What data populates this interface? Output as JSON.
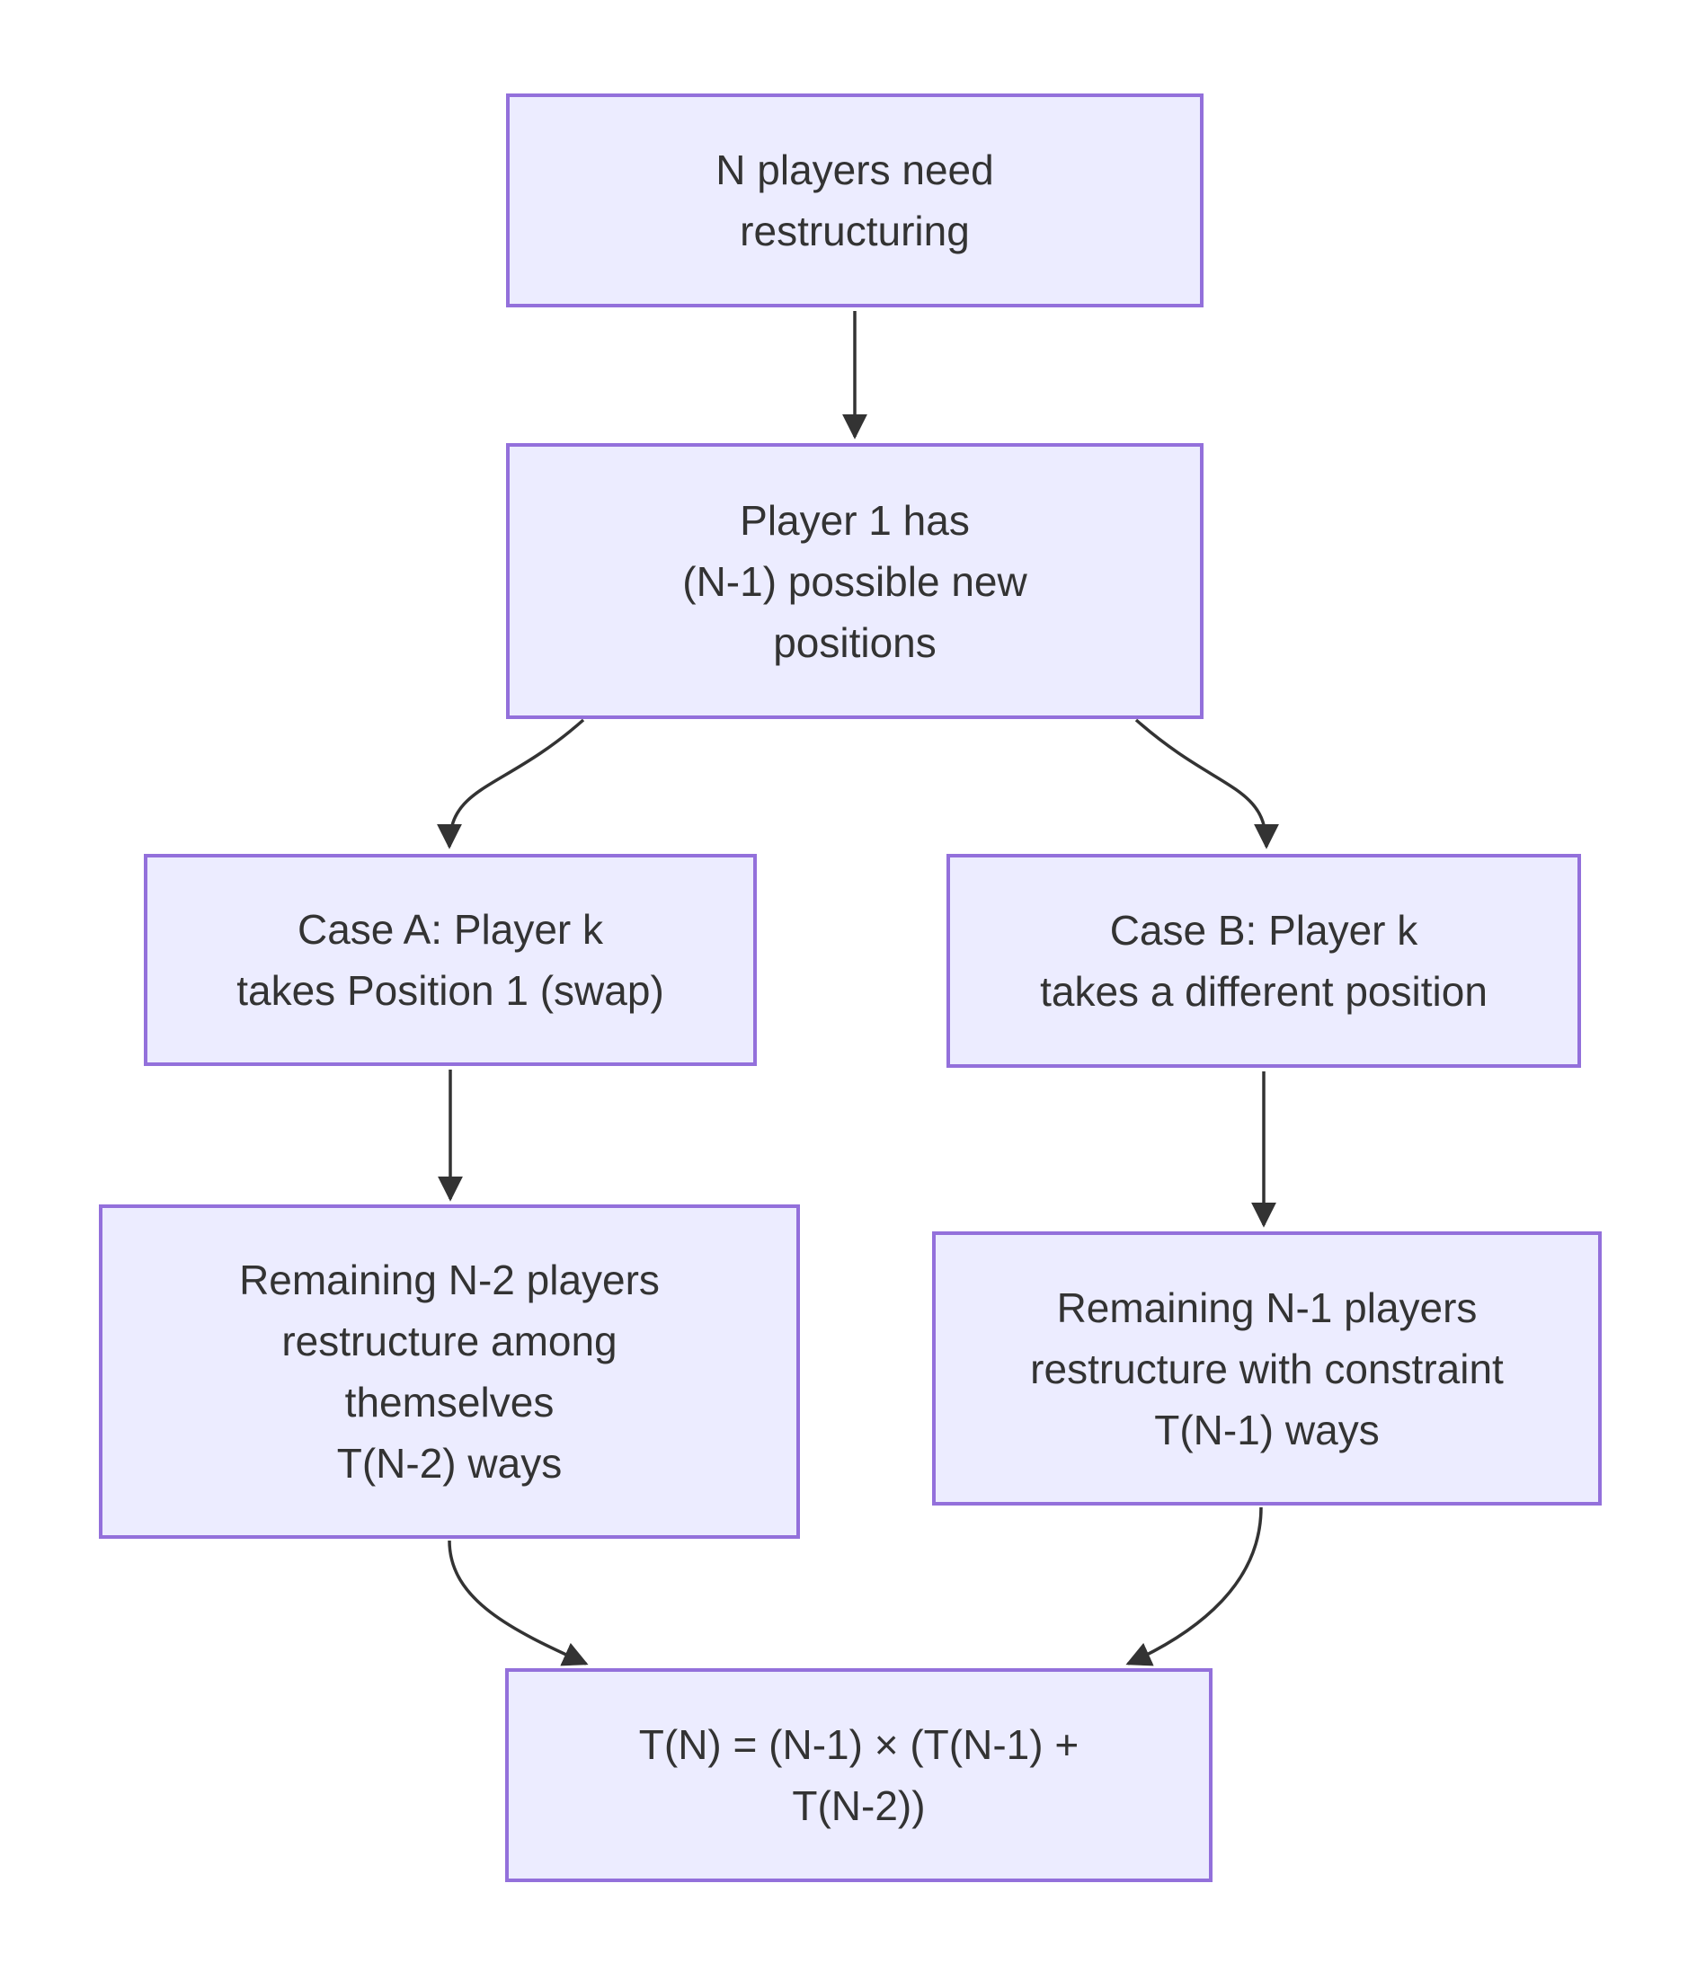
{
  "diagram": {
    "type": "flowchart",
    "colors": {
      "page_bg": "#ffffff",
      "node_fill": "#ECECFF",
      "node_border": "#9370DB",
      "edge_color": "#333333",
      "text_color": "#333333"
    },
    "nodes": [
      {
        "id": "start",
        "label": "N players need\nrestructuring"
      },
      {
        "id": "player1",
        "label": "Player 1 has\n(N-1) possible new\npositions"
      },
      {
        "id": "case_a",
        "label": "Case A: Player k\ntakes Position 1 (swap)"
      },
      {
        "id": "case_b",
        "label": "Case B: Player k\ntakes a different position"
      },
      {
        "id": "remaining_n2",
        "label": "Remaining N-2 players\nrestructure among\nthemselves\nT(N-2) ways"
      },
      {
        "id": "remaining_n1",
        "label": "Remaining N-1 players\nrestructure with constraint\nT(N-1) ways"
      },
      {
        "id": "formula",
        "label": "T(N) = (N-1) × (T(N-1) +\nT(N-2))"
      }
    ],
    "edges": [
      {
        "from": "start",
        "to": "player1"
      },
      {
        "from": "player1",
        "to": "case_a"
      },
      {
        "from": "player1",
        "to": "case_b"
      },
      {
        "from": "case_a",
        "to": "remaining_n2"
      },
      {
        "from": "case_b",
        "to": "remaining_n1"
      },
      {
        "from": "remaining_n2",
        "to": "formula"
      },
      {
        "from": "remaining_n1",
        "to": "formula"
      }
    ]
  }
}
